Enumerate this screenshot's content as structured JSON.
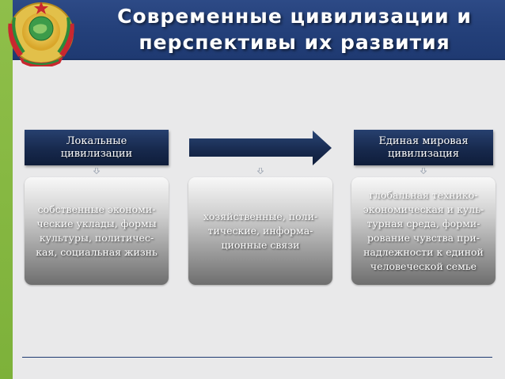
{
  "slide": {
    "title": "Современные цивилизации и перспективы их развития"
  },
  "diagram": {
    "left_header": "Локальные\nцивилизации",
    "right_header": "Единая мировая\nцивилизация",
    "boxes": [
      "собственные экономи-\nческие уклады, формы\nкультуры, политичес-\nкая, социальная жизнь",
      "хозяйственные, поли-\nтические, информа-\nционные связи",
      "глобальная технико-\nэкономическая и куль-\nтурная среда, форми-\nрование чувства при-\nнадлежности к единой\nчеловеческой семье"
    ]
  },
  "colors": {
    "accent_green": "#7db13a",
    "header_blue": "#24407a",
    "box_dark": "#17294d"
  },
  "icons": {
    "emblem": "belarus-coat-of-arms-icon",
    "arrow": "arrow-right-icon",
    "connector": "down-arrow-connector-icon"
  }
}
